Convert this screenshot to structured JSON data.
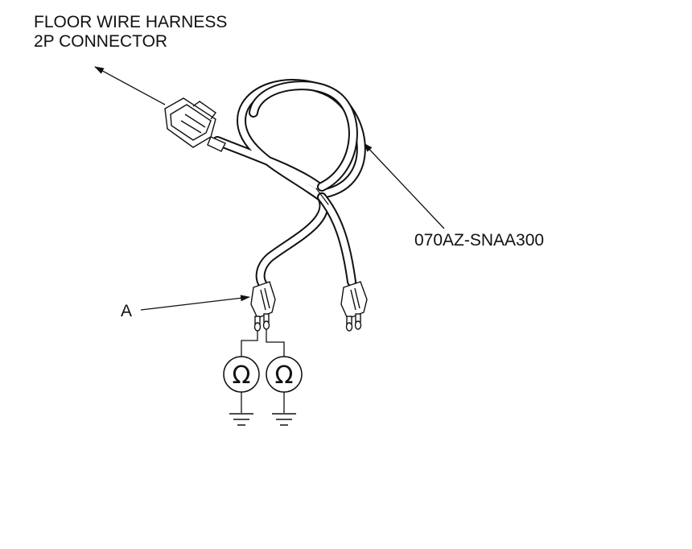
{
  "labels": {
    "connector_line1": "FLOOR WIRE HARNESS",
    "connector_line2": "2P CONNECTOR",
    "part_number": "070AZ-SNAA300",
    "callout_a": "A"
  },
  "meter_symbol": "Ω",
  "icons": [
    "ohmmeter-icon",
    "ground-icon",
    "arrow-icon"
  ],
  "colors": {
    "line": "#111111",
    "background": "#ffffff"
  }
}
